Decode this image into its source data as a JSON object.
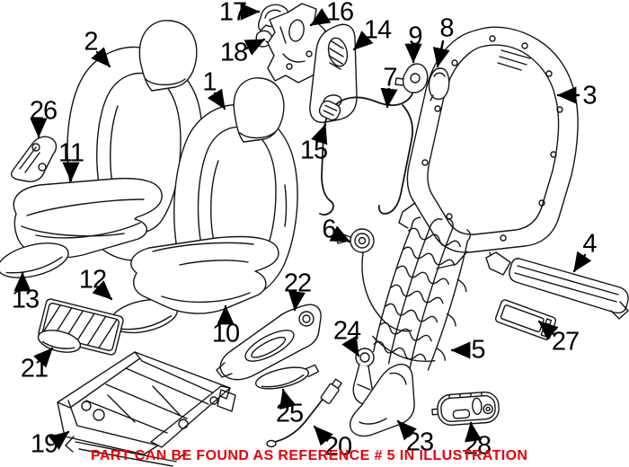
{
  "figure": {
    "type": "exploded-parts-illustration",
    "subject": "vehicle front seat components"
  },
  "note": {
    "text": "PART CAN BE FOUND AS REFERENCE # 5 IN ILLUSTRATION",
    "color": "#e8000b"
  },
  "colors": {
    "background": "#ffffff",
    "line_art": "#141414",
    "callout_text": "#000000"
  },
  "callouts": [
    {
      "label": "1"
    },
    {
      "label": "2"
    },
    {
      "label": "3"
    },
    {
      "label": "4"
    },
    {
      "label": "5"
    },
    {
      "label": "6"
    },
    {
      "label": "7"
    },
    {
      "label": "8"
    },
    {
      "label": "9"
    },
    {
      "label": "10"
    },
    {
      "label": "11"
    },
    {
      "label": "12"
    },
    {
      "label": "13"
    },
    {
      "label": "14"
    },
    {
      "label": "15"
    },
    {
      "label": "16"
    },
    {
      "label": "17"
    },
    {
      "label": "18"
    },
    {
      "label": "19"
    },
    {
      "label": "20"
    },
    {
      "label": "21"
    },
    {
      "label": "22"
    },
    {
      "label": "23"
    },
    {
      "label": "24"
    },
    {
      "label": "25"
    },
    {
      "label": "26"
    },
    {
      "label": "27"
    },
    {
      "label": "28"
    }
  ]
}
